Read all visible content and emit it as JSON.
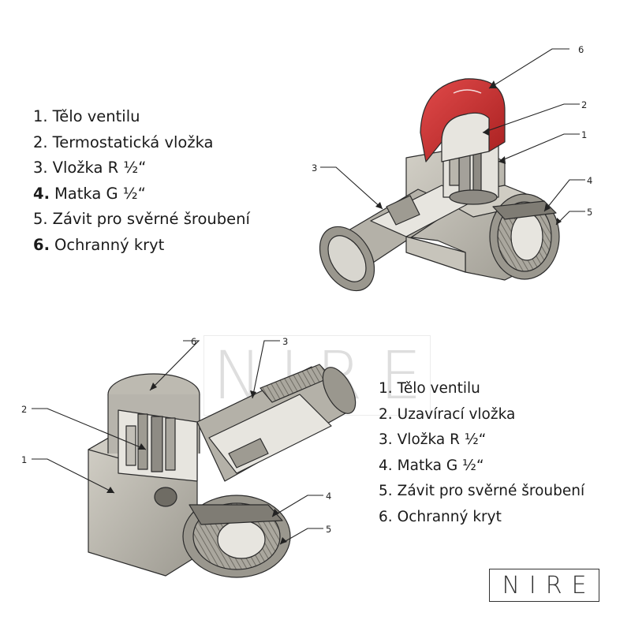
{
  "legend_top": [
    {
      "num": "1.",
      "text": "Tělo ventilu",
      "bold": false
    },
    {
      "num": "2.",
      "text": "Termostatická vložka",
      "bold": false
    },
    {
      "num": "3.",
      "text": "Vložka R ½“",
      "bold": false
    },
    {
      "num": "4.",
      "text": "Matka G ½“",
      "bold": true
    },
    {
      "num": "5.",
      "text": "Závit pro svěrné šroubení",
      "bold": false
    },
    {
      "num": "6.",
      "text": "Ochranný kryt",
      "bold": true
    }
  ],
  "legend_bottom": [
    {
      "num": "1.",
      "text": "Tělo ventilu"
    },
    {
      "num": "2.",
      "text": "Uzavírací vložka"
    },
    {
      "num": "3.",
      "text": "Vložka R ½“"
    },
    {
      "num": "4.",
      "text": "Matka G ½“"
    },
    {
      "num": "5.",
      "text": "Závit pro svěrné šroubení"
    },
    {
      "num": "6.",
      "text": "Ochranný kryt"
    }
  ],
  "callouts_top": [
    "6",
    "2",
    "1",
    "3",
    "4",
    "5"
  ],
  "callouts_bottom": [
    "6",
    "3",
    "2",
    "1",
    "4",
    "5"
  ],
  "logo": "NIRE",
  "watermark": "NIRE",
  "colors": {
    "body": "#b9b6ad",
    "body_dark": "#8d8a82",
    "cap_top": "#d63a3a",
    "cap_bottom": "#b7b4ac",
    "cut": "#e7e5df",
    "outline": "#2b2b2b"
  }
}
